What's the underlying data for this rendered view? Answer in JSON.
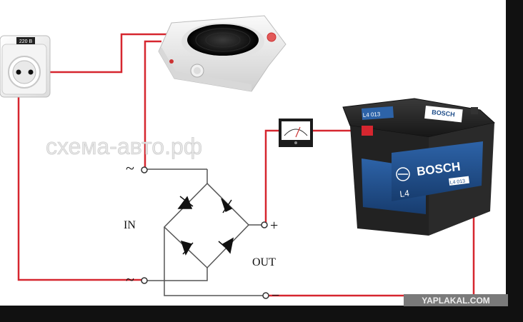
{
  "socket": {
    "voltage_label": "220 В"
  },
  "watermark": {
    "text": "схема-авто.рф"
  },
  "bridge": {
    "input_label": "IN",
    "output_label": "OUT",
    "ac_symbol_top": "~",
    "ac_symbol_bottom": "~",
    "plus_symbol": "+",
    "minus_symbol": "−"
  },
  "battery": {
    "brand": "BOSCH",
    "model": "L4",
    "code_top": "L4 013",
    "code_side": "L4 013"
  },
  "footer": {
    "site": "YAPLAKAL.COM"
  },
  "colors": {
    "wire": "#d6262f",
    "wire_dark": "#555555",
    "frame_bg": "#ffffff",
    "outer_bg": "#000000",
    "battery_blue": "#1f4e8a",
    "battery_dark": "#1e1e1e"
  }
}
